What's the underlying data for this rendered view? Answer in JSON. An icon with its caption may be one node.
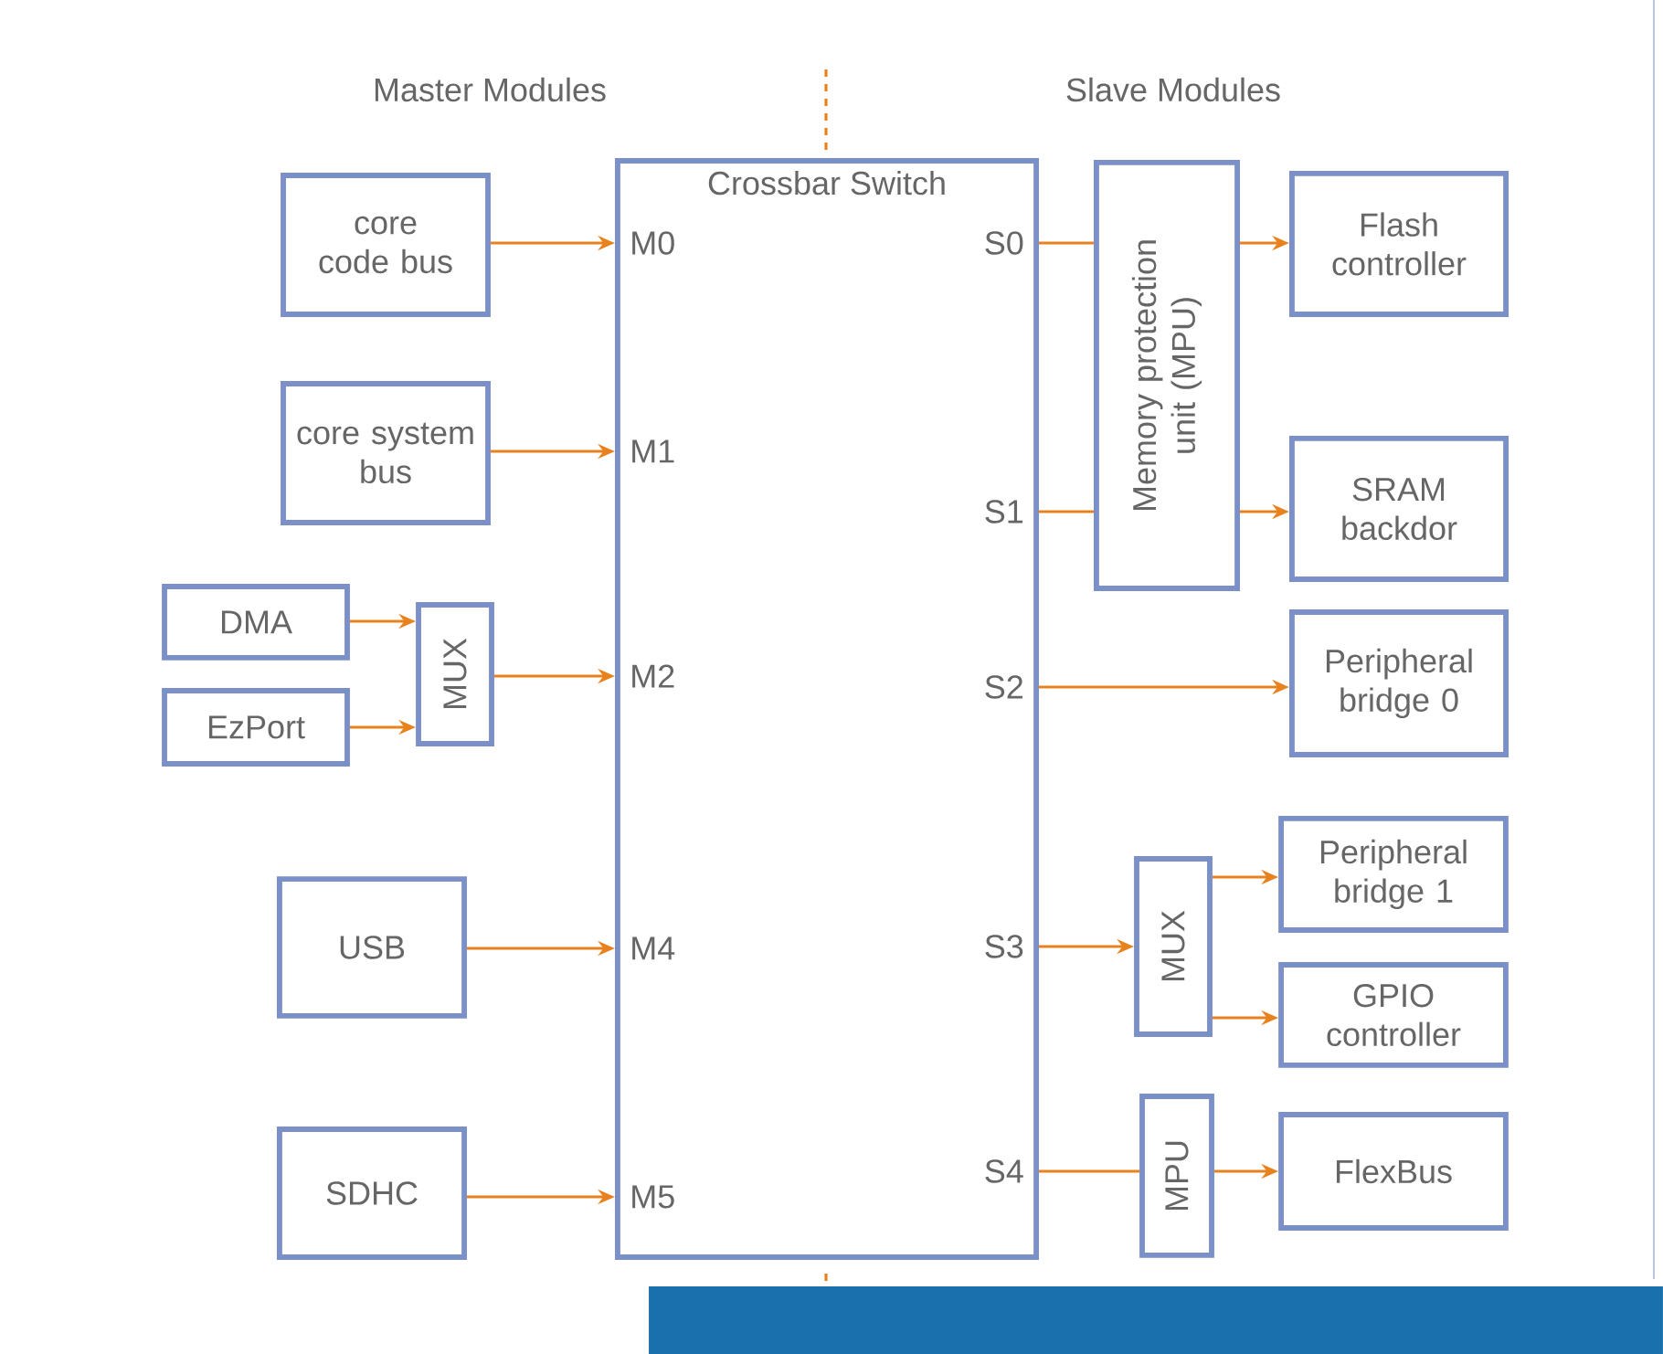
{
  "diagram": {
    "nodes": [
      {
        "text": [
          "Crossbar Switch"
        ]
      },
      {
        "text": [
          "core code bus"
        ]
      },
      {
        "text": [
          "core system bus"
        ]
      },
      {
        "text": [
          "DMA"
        ]
      },
      {
        "text": [
          "EzPort"
        ]
      },
      {
        "text": [
          "MUX"
        ]
      },
      {
        "text": [
          "USB"
        ]
      },
      {
        "text": [
          "SDHC"
        ]
      },
      {
        "text": [
          "Memory protection unit (MPU)"
        ]
      },
      {
        "text": [
          "Flash controller"
        ]
      },
      {
        "text": [
          "SRAM backdor"
        ]
      },
      {
        "text": [
          "Peripheral bridge 0"
        ]
      },
      {
        "text": [
          "MUX"
        ]
      },
      {
        "text": [
          "Peripheral bridge 1"
        ]
      },
      {
        "text": [
          "GPIO controller"
        ]
      },
      {
        "text": [
          "MPU"
        ]
      },
      {
        "text": [
          "FlexBus"
        ]
      },
      {
        "text": [],
        "shape": "bar"
      }
    ],
    "edges": [
      {
        "from": 1,
        "to": 0,
        "arrow": "to"
      },
      {
        "from": 2,
        "to": 0,
        "arrow": "to"
      },
      {
        "from": 3,
        "to": 5,
        "arrow": "to"
      },
      {
        "from": 4,
        "to": 5,
        "arrow": "to"
      },
      {
        "from": 5,
        "to": 0,
        "arrow": "to"
      },
      {
        "from": 6,
        "to": 0,
        "arrow": "to"
      },
      {
        "from": 7,
        "to": 0,
        "arrow": "to"
      },
      {
        "from": 0,
        "to": 8,
        "arrow": "none"
      },
      {
        "from": 0,
        "to": 8,
        "arrow": "none"
      },
      {
        "from": 8,
        "to": 9,
        "arrow": "to"
      },
      {
        "from": 8,
        "to": 10,
        "arrow": "to"
      },
      {
        "from": 0,
        "to": 11,
        "arrow": "to"
      },
      {
        "from": 0,
        "to": 12,
        "arrow": "to"
      },
      {
        "from": 12,
        "to": 13,
        "arrow": "to"
      },
      {
        "from": 12,
        "to": 14,
        "arrow": "to"
      },
      {
        "from": 0,
        "to": 15,
        "arrow": "none"
      },
      {
        "from": 15,
        "to": 16,
        "arrow": "to"
      }
    ],
    "labels": [
      "Master Modules",
      "Slave Modules",
      "M0",
      "S0",
      "M1",
      "S1",
      "M2",
      "S2",
      "M4",
      "S3",
      "M5",
      "S4"
    ]
  }
}
